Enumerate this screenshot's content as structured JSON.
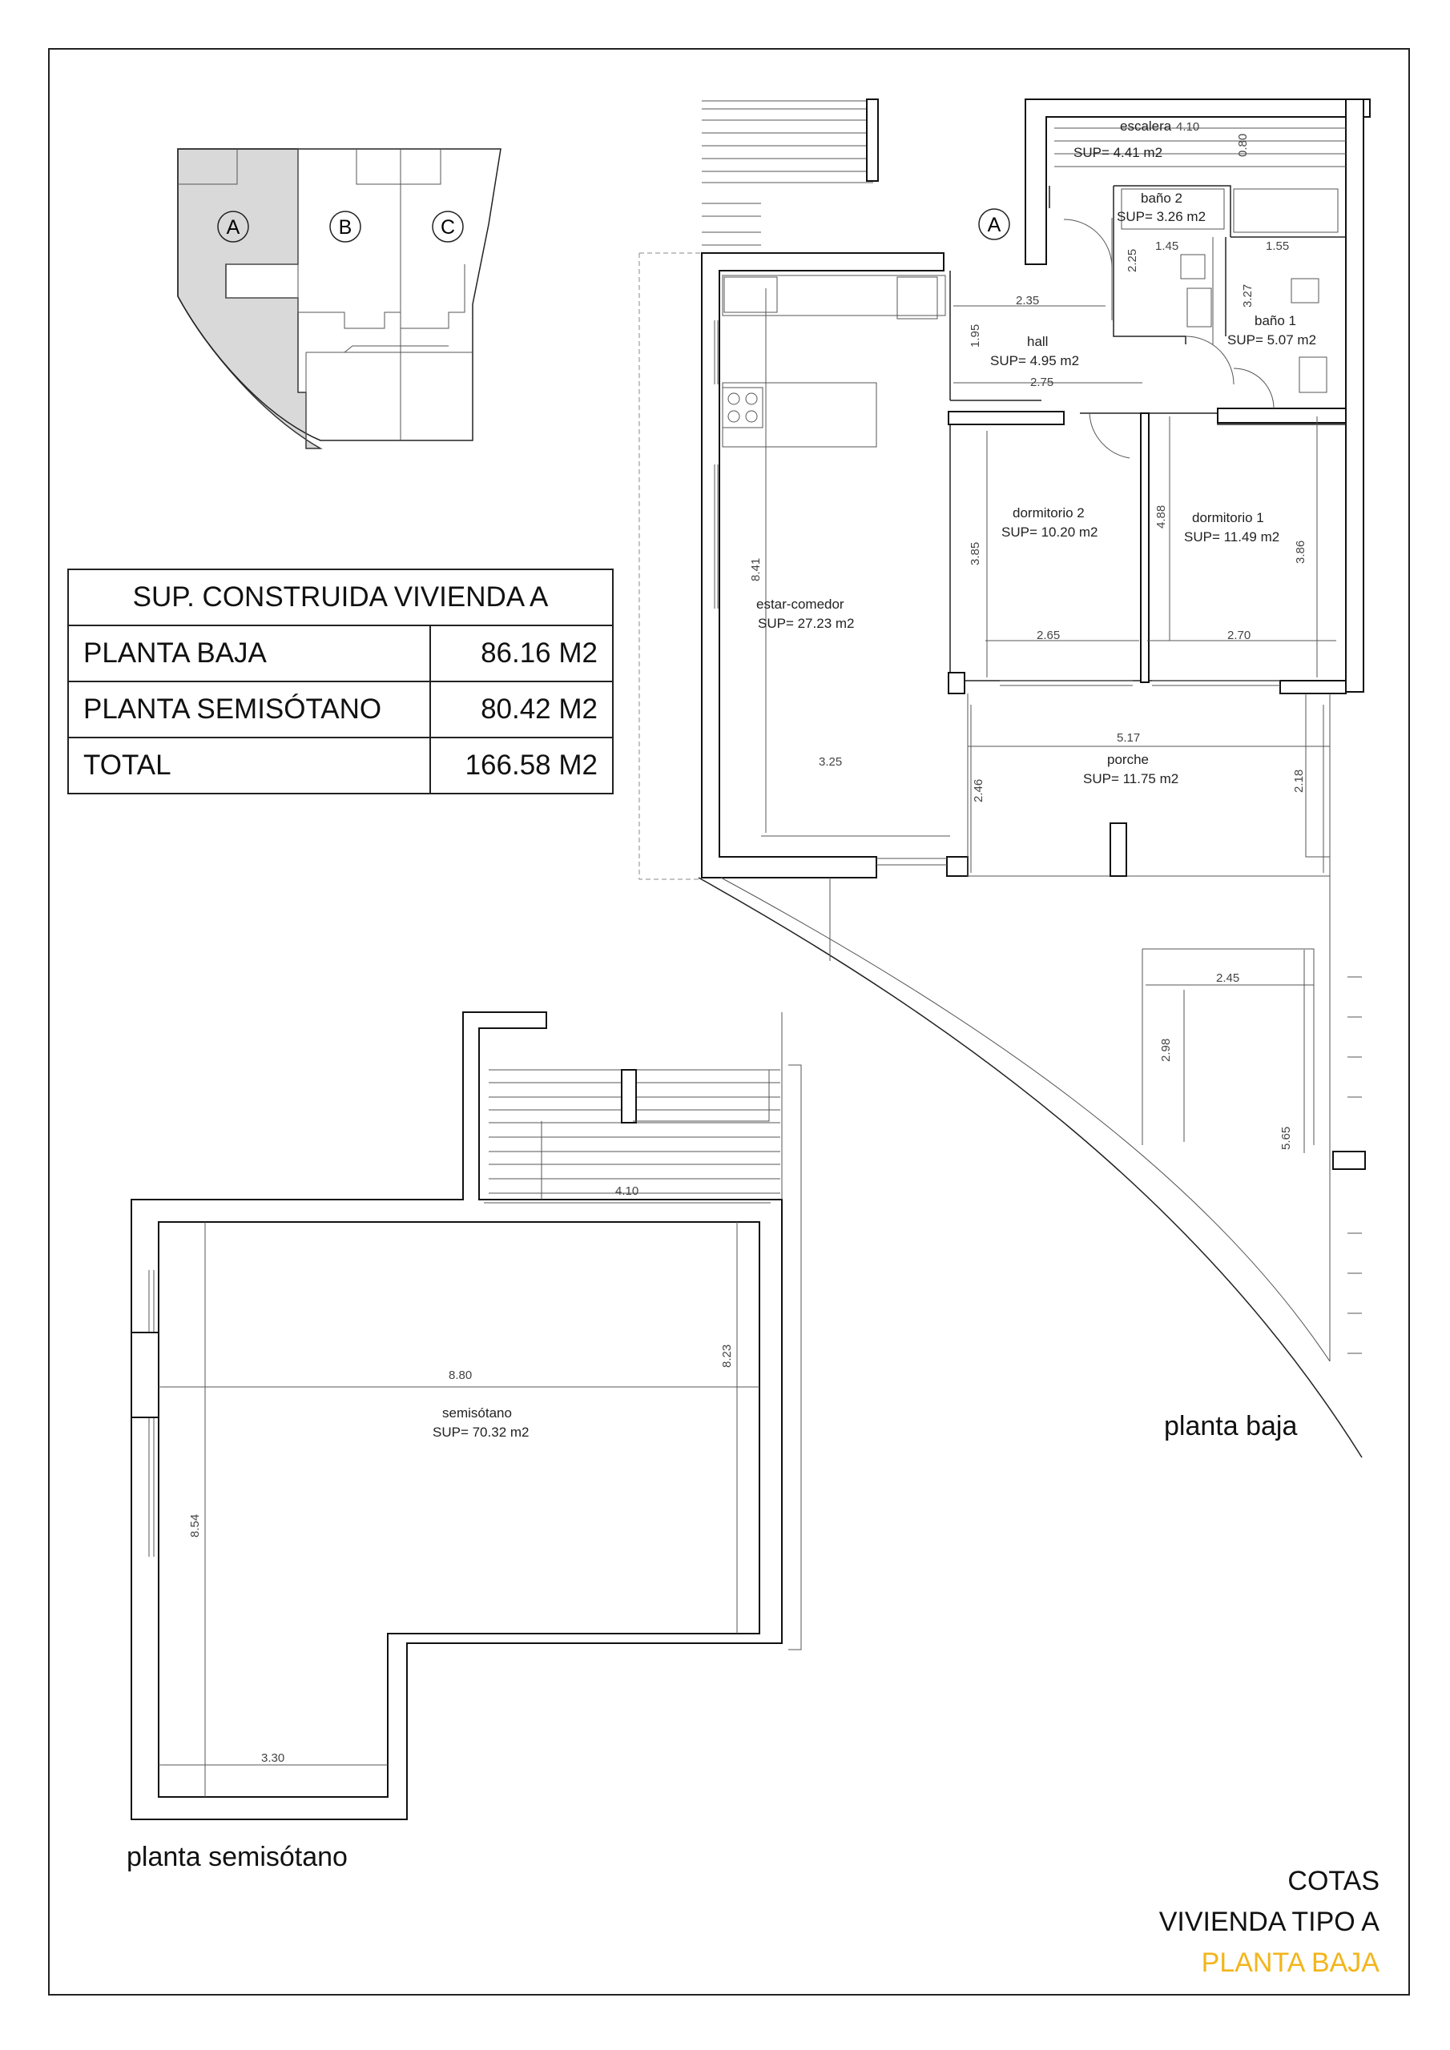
{
  "area_table": {
    "title": "SUP. CONSTRUIDA VIVIENDA A",
    "rows": [
      {
        "label": "PLANTA BAJA",
        "value": "86.16 M2"
      },
      {
        "label": "PLANTA SEMISÓTANO",
        "value": "80.42 M2"
      },
      {
        "label": "TOTAL",
        "value": "166.58 M2"
      }
    ]
  },
  "key_plan": {
    "units": [
      "A",
      "B",
      "C"
    ],
    "highlight_color": "#d9d9d9"
  },
  "marker": "A",
  "rooms": {
    "escalera": {
      "name": "escalera",
      "sup": "SUP= 4.41 m2"
    },
    "bano2": {
      "name": "baño 2",
      "sup": "SUP= 3.26 m2"
    },
    "bano1": {
      "name": "baño 1",
      "sup": "SUP= 5.07 m2"
    },
    "hall": {
      "name": "hall",
      "sup": "SUP= 4.95 m2"
    },
    "estar": {
      "name": "estar-comedor",
      "sup": "SUP= 27.23 m2"
    },
    "dorm2": {
      "name": "dormitorio 2",
      "sup": "SUP= 10.20 m2"
    },
    "dorm1": {
      "name": "dormitorio 1",
      "sup": "SUP= 11.49 m2"
    },
    "porche": {
      "name": "porche",
      "sup": "SUP= 11.75 m2"
    },
    "semisotano": {
      "name": "semisótano",
      "sup": "SUP= 70.32 m2"
    }
  },
  "dims": {
    "d410_top": "4.10",
    "d080": "0.80",
    "d145": "1.45",
    "d155": "1.55",
    "d225": "2.25",
    "d327": "3.27",
    "d235": "2.35",
    "d195": "1.95",
    "d275": "2.75",
    "d841": "8.41",
    "d385": "3.85",
    "d488": "4.88",
    "d386": "3.86",
    "d265": "2.65",
    "d270": "2.70",
    "d517": "5.17",
    "d325": "3.25",
    "d246": "2.46",
    "d218": "2.18",
    "d245": "2.45",
    "d298": "2.98",
    "d565": "5.65",
    "s410": "4.10",
    "s880": "8.80",
    "s823": "8.23",
    "s854": "8.54",
    "s330": "3.30"
  },
  "captions": {
    "planta_baja": "planta baja",
    "planta_semisotano": "planta semisótano"
  },
  "title_block": {
    "line1": "COTAS",
    "line2": "VIVIENDA TIPO A",
    "line3": "PLANTA BAJA",
    "accent_color": "#f2b51c"
  }
}
